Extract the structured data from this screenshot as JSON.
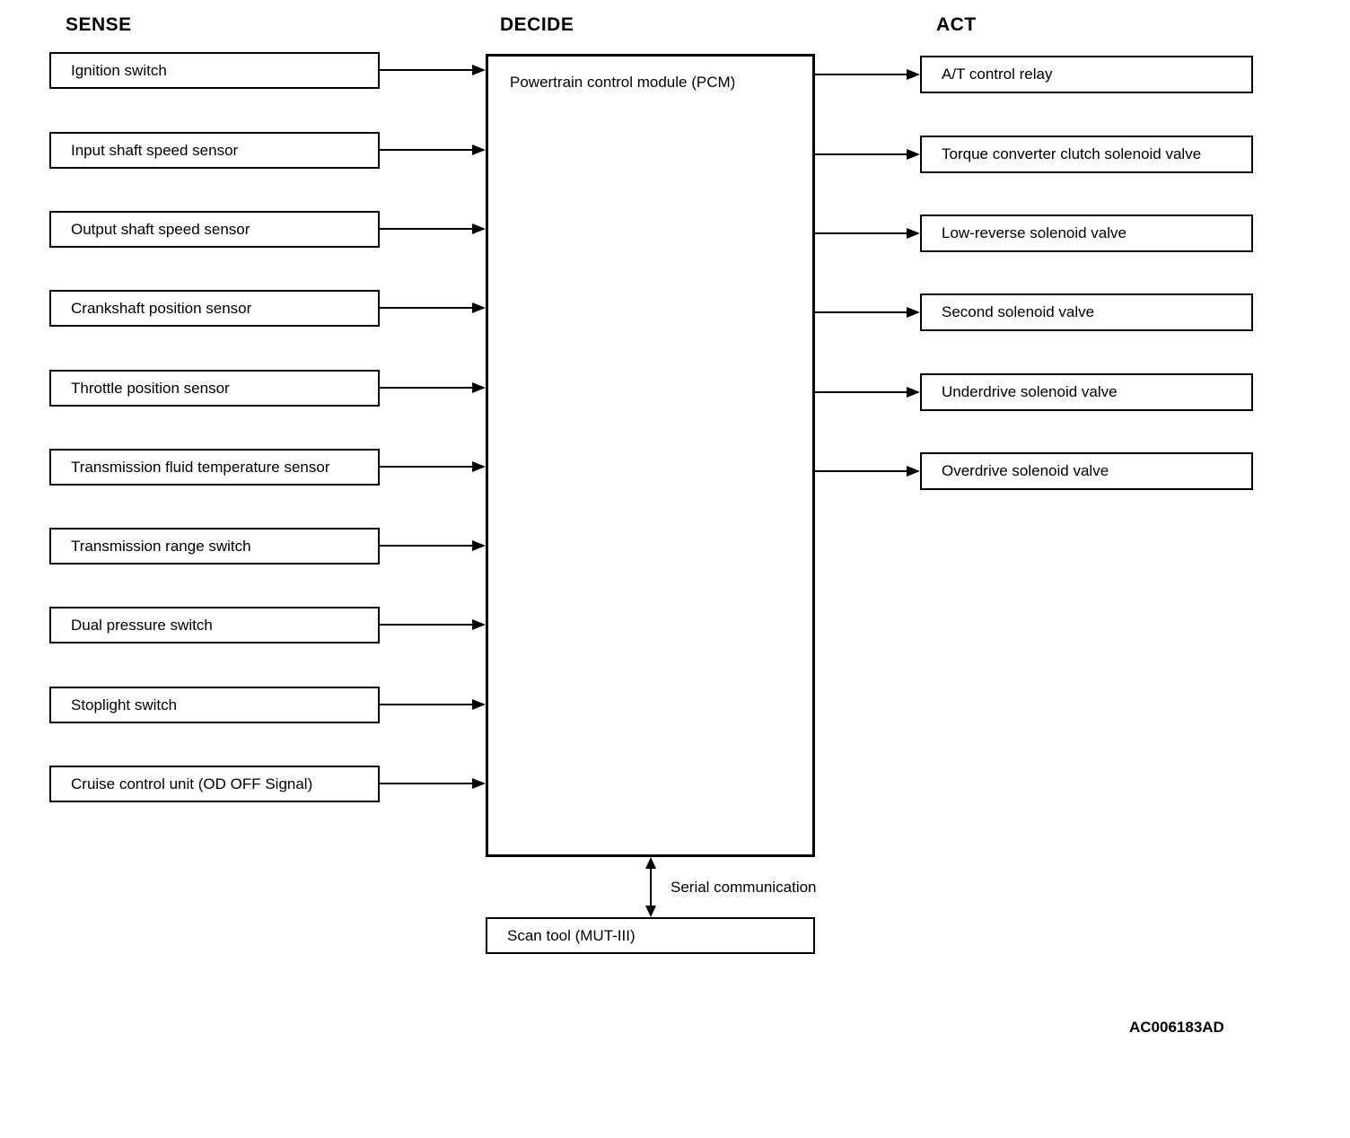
{
  "diagram": {
    "headings": {
      "sense": "SENSE",
      "decide": "DECIDE",
      "act": "ACT"
    },
    "sense_items": [
      "Ignition switch",
      "Input shaft speed sensor",
      "Output shaft speed sensor",
      "Crankshaft position sensor",
      "Throttle position sensor",
      "Transmission fluid temperature sensor",
      "Transmission range switch",
      "Dual pressure switch",
      "Stoplight switch",
      "Cruise control unit (OD OFF Signal)"
    ],
    "pcm": {
      "label": "Powertrain control module (PCM)"
    },
    "act_items": [
      "A/T control relay",
      "Torque converter clutch solenoid valve",
      "Low-reverse solenoid valve",
      "Second solenoid valve",
      "Underdrive solenoid valve",
      "Overdrive solenoid valve"
    ],
    "scan_tool": {
      "label": "Scan tool (MUT-III)"
    },
    "serial_communication_label": "Serial communication",
    "figure_code": "AC006183AD",
    "colors": {
      "line": "#000000",
      "background": "#ffffff",
      "box_fill": "#ffffff",
      "text": "#000000"
    }
  }
}
